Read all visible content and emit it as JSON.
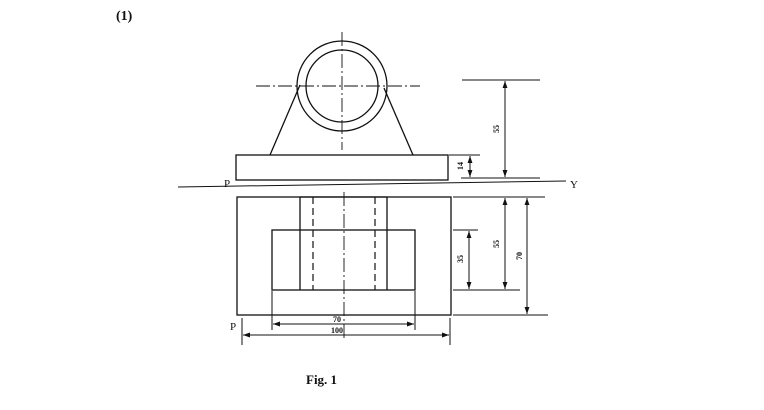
{
  "question_number": "(1)",
  "figure_caption": "Fig. 1",
  "planes": {
    "p_top": "P",
    "y_right": "Y",
    "p_bottom": "P"
  },
  "dimensions": {
    "top_height": "55",
    "base_thickness": "14",
    "front_total_height": "70",
    "front_inner_height": "55",
    "boss_height": "35",
    "inner_width": "70",
    "base_width": "100"
  }
}
